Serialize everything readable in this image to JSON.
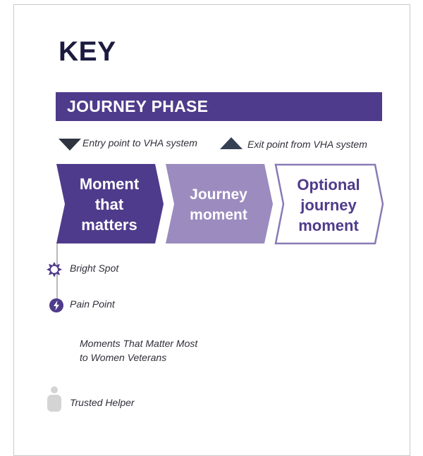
{
  "key": {
    "title": "KEY",
    "phase_label": "JOURNEY PHASE",
    "entry_label": "Entry point to VHA system",
    "exit_label": "Exit point from VHA system",
    "chevrons": [
      {
        "label": "Moment\nthat\nmatters",
        "style": "filled-dark"
      },
      {
        "label": "Journey\nmoment",
        "style": "filled-light"
      },
      {
        "label": "Optional\njourney\nmoment",
        "style": "outline"
      }
    ],
    "bright_spot_label": "Bright Spot",
    "pain_point_label": "Pain Point",
    "moments_most_line1": "Moments That Matter Most",
    "moments_most_line2": "to Women Veterans",
    "trusted_helper_label": "Trusted Helper"
  },
  "icons": {
    "entry": "triangle-down-icon",
    "exit": "triangle-up-icon",
    "bright_spot": "sun-icon",
    "pain_point": "lightning-bolt-icon",
    "trusted_helper": "person-icon"
  },
  "colors": {
    "dark_purple": "#4f3b8b",
    "light_purple": "#9b8bbf",
    "outline_purple": "#8a7ab5",
    "title": "#1c1b3f",
    "triangle": "#2e3440",
    "helper_gray": "#d4d4d4"
  }
}
